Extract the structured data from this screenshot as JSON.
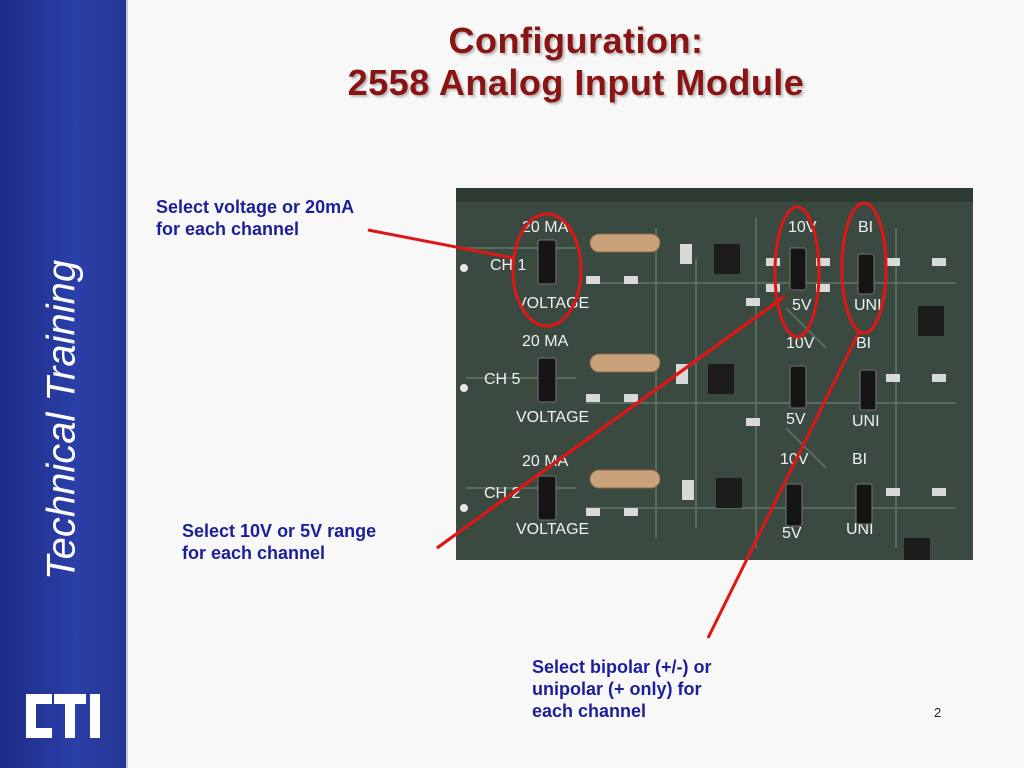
{
  "sidebar": {
    "label": "Technical Training",
    "logo_text": "CTI"
  },
  "slide": {
    "title_line1": "Configuration:",
    "title_line2": "2558 Analog Input Module",
    "page_number": "2"
  },
  "callouts": {
    "voltage_current": [
      "Select voltage or 20mA",
      "for each channel"
    ],
    "range": [
      "Select 10V or 5V range",
      "for each channel"
    ],
    "polarity": [
      "Select bipolar (+/-) or",
      "unipolar (+ only) for",
      "each channel"
    ]
  },
  "board_labels": {
    "ma": "20 MA",
    "voltage": "VOLTAGE",
    "v10": "10V",
    "v5": "5V",
    "bi": "BI",
    "uni": "UNI",
    "ch1": "CH 1",
    "ch5": "CH 5",
    "ch2": "CH 2"
  },
  "colors": {
    "title": "#8a1414",
    "callout_text": "#1b1f9a",
    "callout_line": "#e01515",
    "sidebar": "#2b3fa8",
    "board": "#3a4a40"
  }
}
